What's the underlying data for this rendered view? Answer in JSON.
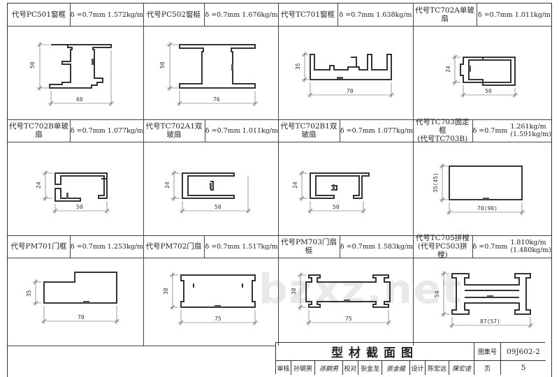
{
  "cells": [
    {
      "code": "代号PC501窗框",
      "spec": "δ =0.7mm 1.572kg/m",
      "dims": {
        "h": "50",
        "w": "60"
      }
    },
    {
      "code": "代号PC502窗梃",
      "spec": "δ =0.7mm 1.676kg/m",
      "dims": {
        "h": "50",
        "w": "76"
      }
    },
    {
      "code": "代号TC701窗框",
      "spec": "δ =0.7mm 1.638kg/m",
      "dims": {
        "h": "35",
        "w": "70"
      }
    },
    {
      "code": "代号TC702A单玻扇",
      "spec": "δ =0.7mm 1.011kg/m",
      "dims": {
        "h": "24",
        "w": "50"
      }
    },
    {
      "code": "代号TC702B单玻扇",
      "spec": "δ =0.7mm 1.077kg/m",
      "dims": {
        "h": "24",
        "w": "50"
      }
    },
    {
      "code": "代号TC702A1双玻扇",
      "spec": "δ =0.7mm 1.011kg/m",
      "dims": {
        "h": "24",
        "w": "50"
      }
    },
    {
      "code": "代号TC702B1双玻扇",
      "spec": "δ =0.7mm 1.077kg/m",
      "dims": {
        "h": "24",
        "w": "50"
      }
    },
    {
      "code": "代号TC703固定框",
      "code2": "(代号TC703B)",
      "spec": "δ =0.7mm",
      "spec2a": "1.261kg/m",
      "spec2b": "(1.591kg/m)",
      "dims": {
        "h": "35(45)",
        "w": "70(90)"
      }
    },
    {
      "code": "代号PM701门框",
      "spec": "δ =0.7mm 1.253kg/m",
      "dims": {
        "h": "35",
        "w": "70"
      }
    },
    {
      "code": "代号PM702门扇",
      "spec": "δ =0.7mm 1.517kg/m",
      "dims": {
        "h": "38",
        "w": "75"
      }
    },
    {
      "code": "代号PM703门扇梃",
      "spec": "δ =0.7mm 1.583kg/m",
      "dims": {
        "h": "38",
        "w": "75"
      }
    },
    {
      "code": "代号TC705拼樘",
      "code2": "(代号PC503拼樘)",
      "spec": "δ =0.7mm",
      "spec2a": "1.810kg/m",
      "spec2b": "(1.480kg/m)",
      "dims": {
        "h": "54",
        "w": "87(57)"
      }
    }
  ],
  "title_block": {
    "title": "型材截面图",
    "atlas_label": "图集号",
    "atlas_no": "09J602-2",
    "review_label": "审核",
    "review_name": "孙钢男",
    "review_sig": "孫鋼男",
    "check_label": "校对",
    "check_name": "张金龙",
    "check_sig": "張金龍",
    "design_label": "设计",
    "design_name": "陈宏远",
    "design_sig": "陳宏遠",
    "page_label": "页",
    "page_no": "5"
  },
  "watermark": "bzxz.net"
}
